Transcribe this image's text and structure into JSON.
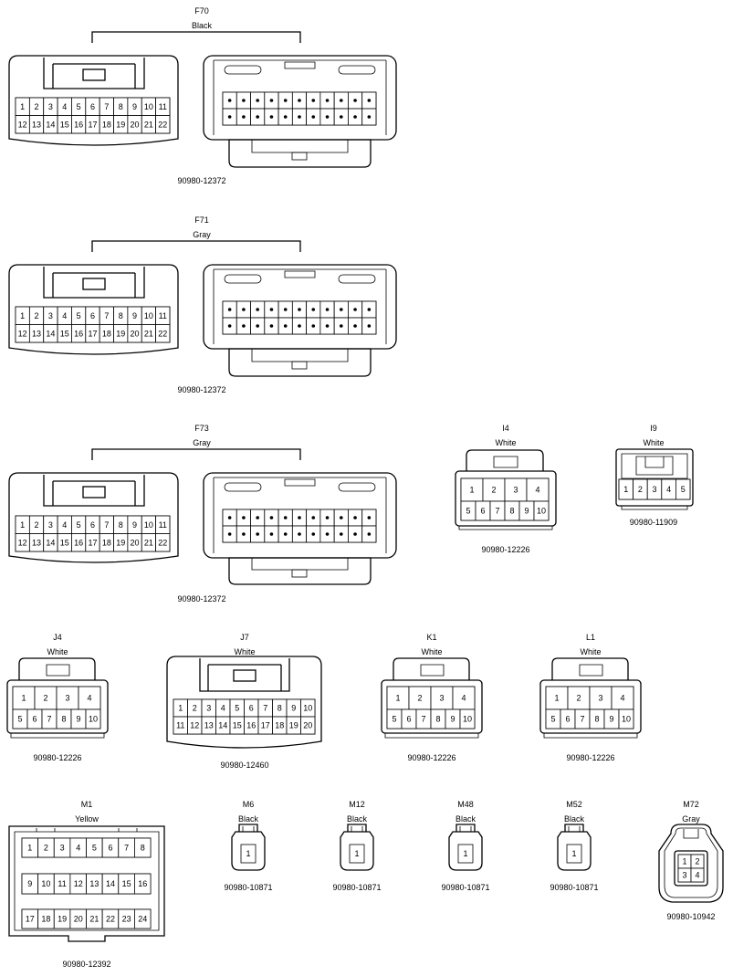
{
  "connectors": [
    {
      "id": "F70",
      "color": "Black",
      "part": "90980-12372"
    },
    {
      "id": "F71",
      "color": "Gray",
      "part": "90980-12372"
    },
    {
      "id": "F73",
      "color": "Gray",
      "part": "90980-12372"
    },
    {
      "id": "I4",
      "color": "White",
      "part": "90980-12226"
    },
    {
      "id": "I9",
      "color": "White",
      "part": "90980-11909"
    },
    {
      "id": "J4",
      "color": "White",
      "part": "90980-12226"
    },
    {
      "id": "J7",
      "color": "White",
      "part": "90980-12460"
    },
    {
      "id": "K1",
      "color": "White",
      "part": "90980-12226"
    },
    {
      "id": "L1",
      "color": "White",
      "part": "90980-12226"
    },
    {
      "id": "M1",
      "color": "Yellow",
      "part": "90980-12392"
    },
    {
      "id": "M6",
      "color": "Black",
      "part": "90980-10871"
    },
    {
      "id": "M12",
      "color": "Black",
      "part": "90980-10871"
    },
    {
      "id": "M48",
      "color": "Black",
      "part": "90980-10871"
    },
    {
      "id": "M52",
      "color": "Black",
      "part": "90980-10871"
    },
    {
      "id": "M72",
      "color": "Gray",
      "part": "90980-10942"
    }
  ],
  "pins": {
    "p22_row1": [
      "1",
      "2",
      "3",
      "4",
      "5",
      "6",
      "7",
      "8",
      "9",
      "10",
      "11"
    ],
    "p22_row2": [
      "12",
      "13",
      "14",
      "15",
      "16",
      "17",
      "18",
      "19",
      "20",
      "21",
      "22"
    ],
    "p10_row1": [
      "1",
      "2",
      "3",
      "4"
    ],
    "p10_row2": [
      "5",
      "6",
      "7",
      "8",
      "9",
      "10"
    ],
    "p5_row": [
      "1",
      "2",
      "3",
      "4",
      "5"
    ],
    "p20_row1": [
      "1",
      "2",
      "3",
      "4",
      "5",
      "6",
      "7",
      "8",
      "9",
      "10"
    ],
    "p20_row2": [
      "11",
      "12",
      "13",
      "14",
      "15",
      "16",
      "17",
      "18",
      "19",
      "20"
    ],
    "p24_row1": [
      "1",
      "2",
      "3",
      "4",
      "5",
      "6",
      "7",
      "8"
    ],
    "p24_row2": [
      "9",
      "10",
      "11",
      "12",
      "13",
      "14",
      "15",
      "16"
    ],
    "p24_row3": [
      "17",
      "18",
      "19",
      "20",
      "21",
      "22",
      "23",
      "24"
    ],
    "p1": [
      "1"
    ],
    "p4_row1": [
      "1",
      "2"
    ],
    "p4_row2": [
      "3",
      "4"
    ]
  }
}
